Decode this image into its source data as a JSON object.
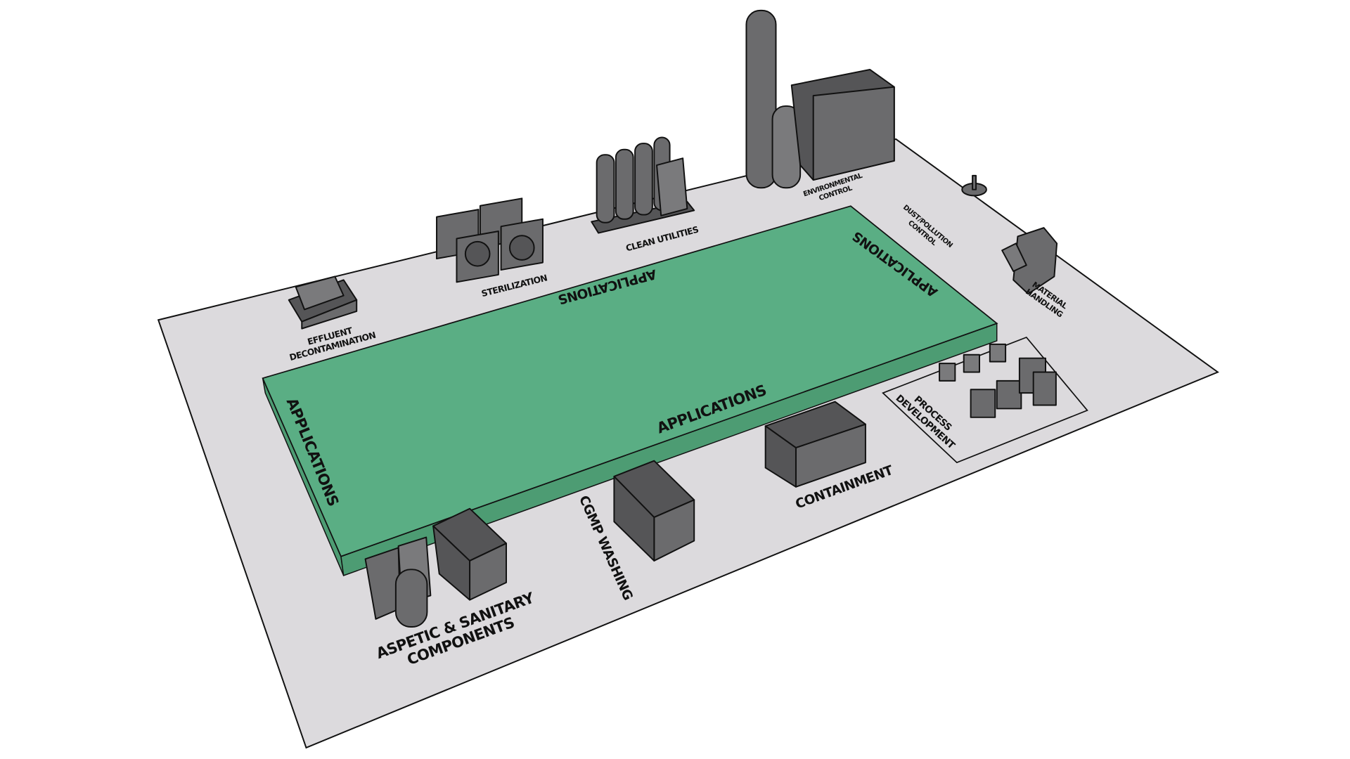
{
  "title": "Pharmaceutical facility layout",
  "colors": {
    "floor": "#dcdadd",
    "slab": "#5aae84",
    "slab_side": "#4d9c73",
    "equipment": "#6b6b6d",
    "outline": "#111111"
  },
  "labels": {
    "effluent_line1": "EFFLUENT",
    "effluent_line2": "DECONTAMINATION",
    "sterilization": "STERILIZATION",
    "clean_utilities": "CLEAN UTILITIES",
    "environmental_line1": "ENVIRONMENTAL",
    "environmental_line2": "CONTROL",
    "dust_line1": "DUST/POLLUTION",
    "dust_line2": "CONTROL",
    "material_line1": "MATERIAL",
    "material_line2": "HANDLING",
    "process_line1": "PROCESS",
    "process_line2": "DEVELOPMENT",
    "containment": "CONTAINMENT",
    "cgmp_washing": "CGMP WASHING",
    "aseptic_line1": "ASPETIC & SANITARY",
    "aseptic_line2": "COMPONENTS",
    "applications_top": "APPLICATIONS",
    "applications_right": "APPLICATIONS",
    "applications_center": "APPLICATIONS",
    "applications_left": "APPLICATIONS"
  }
}
